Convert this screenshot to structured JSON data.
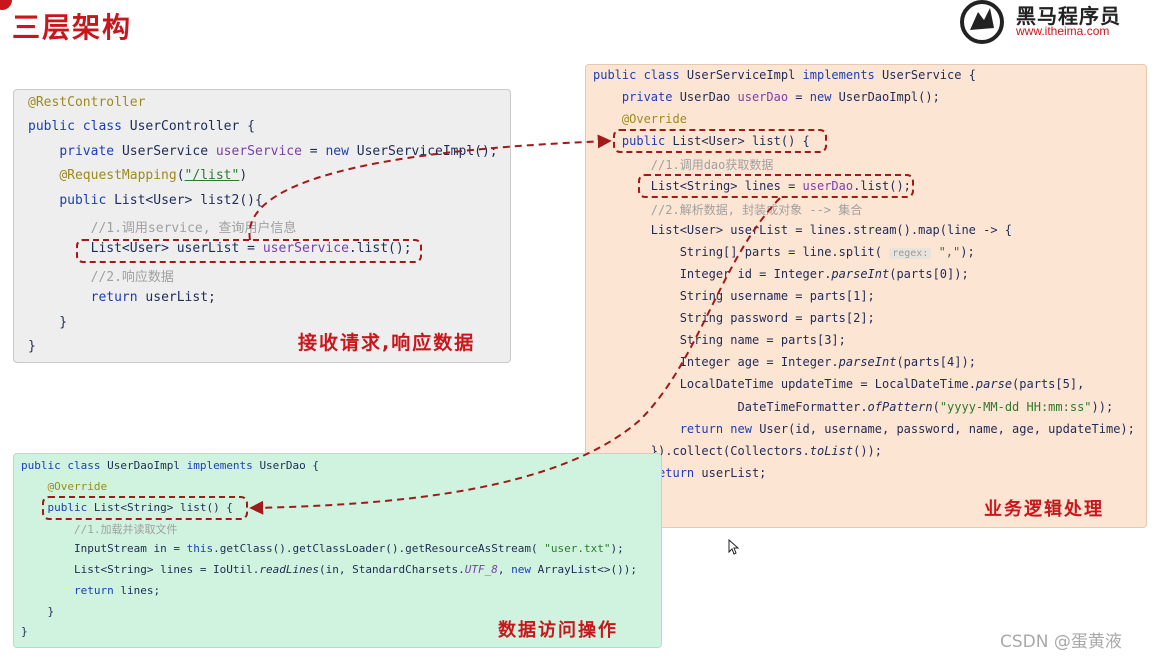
{
  "slide": {
    "title": "三层架构"
  },
  "logo": {
    "cn": "黑马程序员",
    "en": "www.itheima.com"
  },
  "controller": {
    "lines": [
      [
        {
          "t": "@RestController",
          "c": "ann"
        }
      ],
      [
        {
          "t": "public class ",
          "c": "kw"
        },
        {
          "t": "UserController {"
        }
      ],
      [
        {
          "t": "    "
        },
        {
          "t": "private ",
          "c": "kw"
        },
        {
          "t": "UserService "
        },
        {
          "t": "userService",
          "c": "fld"
        },
        {
          "t": " = "
        },
        {
          "t": "new ",
          "c": "kw"
        },
        {
          "t": "UserServiceImpl();"
        }
      ],
      [
        {
          "t": "    "
        },
        {
          "t": "@RequestMapping",
          "c": "ann"
        },
        {
          "t": "("
        },
        {
          "t": "\"/list\"",
          "c": "str uline"
        },
        {
          "t": ")"
        }
      ],
      [
        {
          "t": "    "
        },
        {
          "t": "public ",
          "c": "kw"
        },
        {
          "t": "List<User> list2(){"
        }
      ],
      [
        {
          "t": "        "
        },
        {
          "t": "//1.调用service, 查询用户信息",
          "c": "cmt"
        }
      ],
      [
        {
          "t": "        "
        },
        {
          "t": "List<User> userList = "
        },
        {
          "t": "userService",
          "c": "fld"
        },
        {
          "t": ".list();"
        }
      ],
      [
        {
          "t": "        "
        },
        {
          "t": "//2.响应数据",
          "c": "cmt"
        }
      ],
      [
        {
          "t": "        "
        },
        {
          "t": "return ",
          "c": "kw"
        },
        {
          "t": "userList;"
        }
      ],
      [
        {
          "t": "    }"
        }
      ],
      [
        {
          "t": "}"
        }
      ]
    ],
    "label": "接收请求,响应数据"
  },
  "service": {
    "lines": [
      [
        {
          "t": "public class ",
          "c": "kw"
        },
        {
          "t": "UserServiceImpl "
        },
        {
          "t": "implements ",
          "c": "kw"
        },
        {
          "t": "UserService {"
        }
      ],
      [
        {
          "t": "    "
        },
        {
          "t": "private ",
          "c": "kw"
        },
        {
          "t": "UserDao "
        },
        {
          "t": "userDao",
          "c": "fld"
        },
        {
          "t": " = "
        },
        {
          "t": "new ",
          "c": "kw"
        },
        {
          "t": "UserDaoImpl();"
        }
      ],
      [
        {
          "t": "    "
        },
        {
          "t": "@Override",
          "c": "ann"
        }
      ],
      [
        {
          "t": "    "
        },
        {
          "t": "public ",
          "c": "kw"
        },
        {
          "t": "List<User> list() {"
        }
      ],
      [
        {
          "t": "        "
        },
        {
          "t": "//1.调用dao获取数据",
          "c": "cmt"
        }
      ],
      [
        {
          "t": "        "
        },
        {
          "t": "List<String> lines = "
        },
        {
          "t": "userDao",
          "c": "fld"
        },
        {
          "t": ".list();"
        }
      ],
      [
        {
          "t": "        "
        },
        {
          "t": "//2.解析数据, 封装成对象 --> 集合",
          "c": "cmt"
        }
      ],
      [
        {
          "t": "        "
        },
        {
          "t": "List<User> userList = lines.stream().map(line -> {"
        }
      ],
      [
        {
          "t": "            "
        },
        {
          "t": "String[] parts = line.split( "
        },
        {
          "t": "regex:",
          "c": "hint"
        },
        {
          "t": " "
        },
        {
          "t": "\",\"",
          "c": "str"
        },
        {
          "t": ");"
        }
      ],
      [
        {
          "t": "            "
        },
        {
          "t": "Integer id = Integer."
        },
        {
          "t": "parseInt",
          "c": "ital"
        },
        {
          "t": "(parts[0]);"
        }
      ],
      [
        {
          "t": "            "
        },
        {
          "t": "String username = parts[1];"
        }
      ],
      [
        {
          "t": "            "
        },
        {
          "t": "String password = parts[2];"
        }
      ],
      [
        {
          "t": "            "
        },
        {
          "t": "String name = parts[3];"
        }
      ],
      [
        {
          "t": "            "
        },
        {
          "t": "Integer age = Integer."
        },
        {
          "t": "parseInt",
          "c": "ital"
        },
        {
          "t": "(parts[4]);"
        }
      ],
      [
        {
          "t": "            "
        },
        {
          "t": "LocalDateTime updateTime = LocalDateTime."
        },
        {
          "t": "parse",
          "c": "ital"
        },
        {
          "t": "(parts[5],"
        }
      ],
      [
        {
          "t": "                    "
        },
        {
          "t": "DateTimeFormatter."
        },
        {
          "t": "ofPattern",
          "c": "ital"
        },
        {
          "t": "("
        },
        {
          "t": "\"yyyy-MM-dd HH:mm:ss\"",
          "c": "str"
        },
        {
          "t": "));"
        }
      ],
      [
        {
          "t": "            "
        },
        {
          "t": "return new ",
          "c": "kw"
        },
        {
          "t": "User(id, username, password, name, age, updateTime);"
        }
      ],
      [
        {
          "t": "        "
        },
        {
          "t": "}).collect(Collectors."
        },
        {
          "t": "toList",
          "c": "ital"
        },
        {
          "t": "());"
        }
      ],
      [
        {
          "t": "        "
        },
        {
          "t": "return ",
          "c": "kw"
        },
        {
          "t": "userList;"
        }
      ],
      [
        {
          "t": "    }"
        }
      ],
      [
        {
          "t": "}"
        }
      ]
    ],
    "label": "业务逻辑处理"
  },
  "dao": {
    "lines": [
      [
        {
          "t": "public class ",
          "c": "kw"
        },
        {
          "t": "UserDaoImpl "
        },
        {
          "t": "implements ",
          "c": "kw"
        },
        {
          "t": "UserDao {"
        }
      ],
      [
        {
          "t": "    "
        },
        {
          "t": "@Override",
          "c": "ann"
        }
      ],
      [
        {
          "t": "    "
        },
        {
          "t": "public ",
          "c": "kw"
        },
        {
          "t": "List<String> list() {"
        }
      ],
      [
        {
          "t": "        "
        },
        {
          "t": "//1.加载并读取文件",
          "c": "cmt"
        }
      ],
      [
        {
          "t": "        "
        },
        {
          "t": "InputStream in = "
        },
        {
          "t": "this",
          "c": "kw"
        },
        {
          "t": ".getClass().getClassLoader().getResourceAsStream( "
        },
        {
          "t": "\"user.txt\"",
          "c": "str"
        },
        {
          "t": ");"
        }
      ],
      [
        {
          "t": "        "
        },
        {
          "t": "List<String> lines = IoUtil."
        },
        {
          "t": "readLines",
          "c": "ital"
        },
        {
          "t": "(in, StandardCharsets."
        },
        {
          "t": "UTF_8",
          "c": "ital fld"
        },
        {
          "t": ", "
        },
        {
          "t": "new ",
          "c": "kw"
        },
        {
          "t": "ArrayList<>());"
        }
      ],
      [
        {
          "t": "        "
        },
        {
          "t": "return ",
          "c": "kw"
        },
        {
          "t": "lines;"
        }
      ],
      [
        {
          "t": "    }"
        }
      ],
      [
        {
          "t": "}"
        }
      ]
    ],
    "label": "数据访问操作"
  },
  "colors": {
    "accent": "#c8171c",
    "arrow": "#a11a1a",
    "controller_bg": "#eeeeef",
    "service_bg": "#fde5d4",
    "dao_bg": "#d0f3df"
  },
  "watermark": "CSDN @蛋黄液"
}
